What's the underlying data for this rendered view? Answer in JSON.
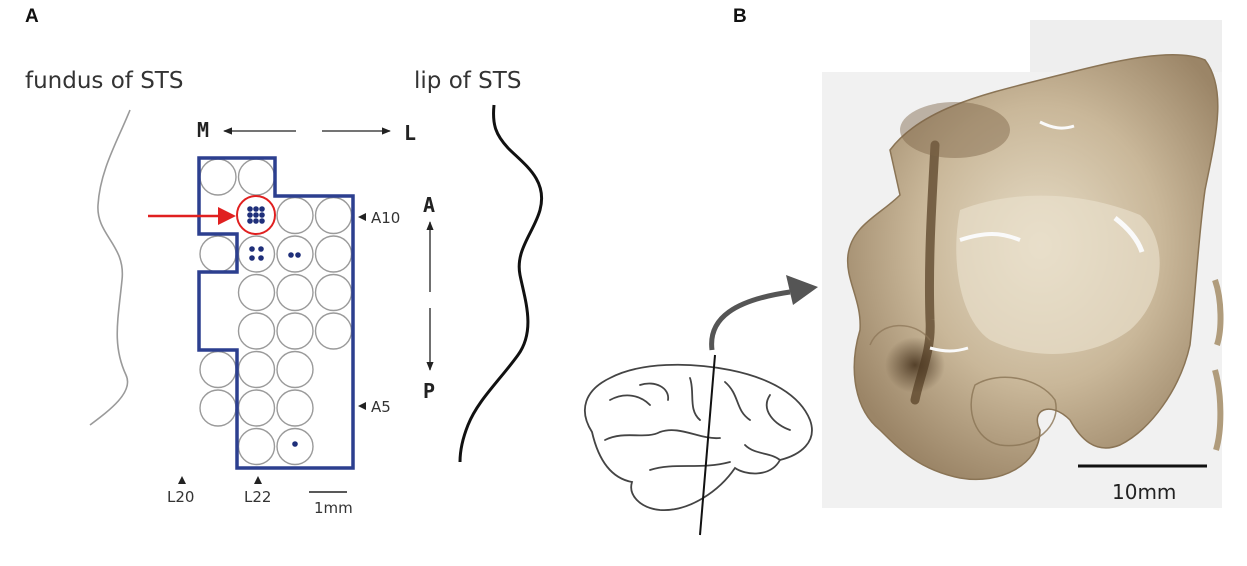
{
  "panel_a": {
    "letter": "A",
    "fundus_label": "fundus of STS",
    "lip_label": "lip of STS",
    "medial": "M",
    "lateral": "L",
    "anterior": "A",
    "posterior": "P",
    "a10": "A10",
    "a5": "A5",
    "l20": "L20",
    "l22": "L22",
    "scale": "1mm"
  },
  "panel_b": {
    "letter": "B",
    "scale": "10mm"
  },
  "colors": {
    "outline_blue": "#2c3f8f",
    "dot_blue": "#1f2f7a",
    "arrow_red": "#e02020",
    "circle_gray": "#9a9a9a",
    "tissue": "#a08c6e"
  }
}
